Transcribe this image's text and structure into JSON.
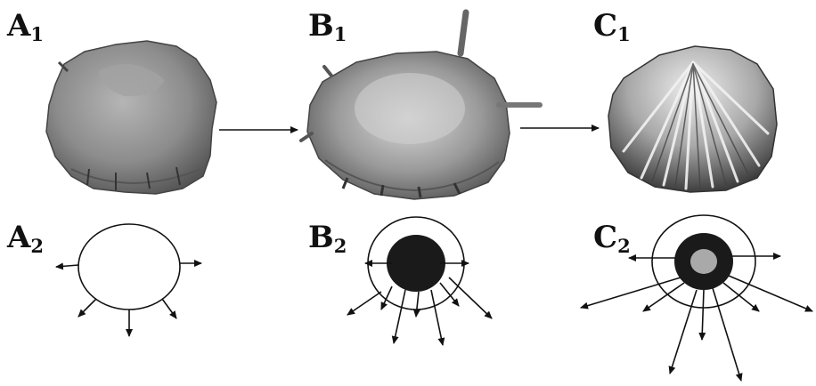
{
  "panels": {
    "a1": {
      "letter": "A",
      "index": "1"
    },
    "b1": {
      "letter": "B",
      "index": "1"
    },
    "c1": {
      "letter": "C",
      "index": "1"
    },
    "a2": {
      "letter": "A",
      "index": "2"
    },
    "b2": {
      "letter": "B",
      "index": "2"
    },
    "c2": {
      "letter": "C",
      "index": "2"
    }
  },
  "colors": {
    "stroke": "#111111",
    "dark_core": "#1a1a1a",
    "grey_center": "#a9a9a9",
    "specimen_fill": "#8f8f8f",
    "specimen_shadow": "#5a5a5a",
    "specimen_highlight": "#c8c8c8"
  }
}
